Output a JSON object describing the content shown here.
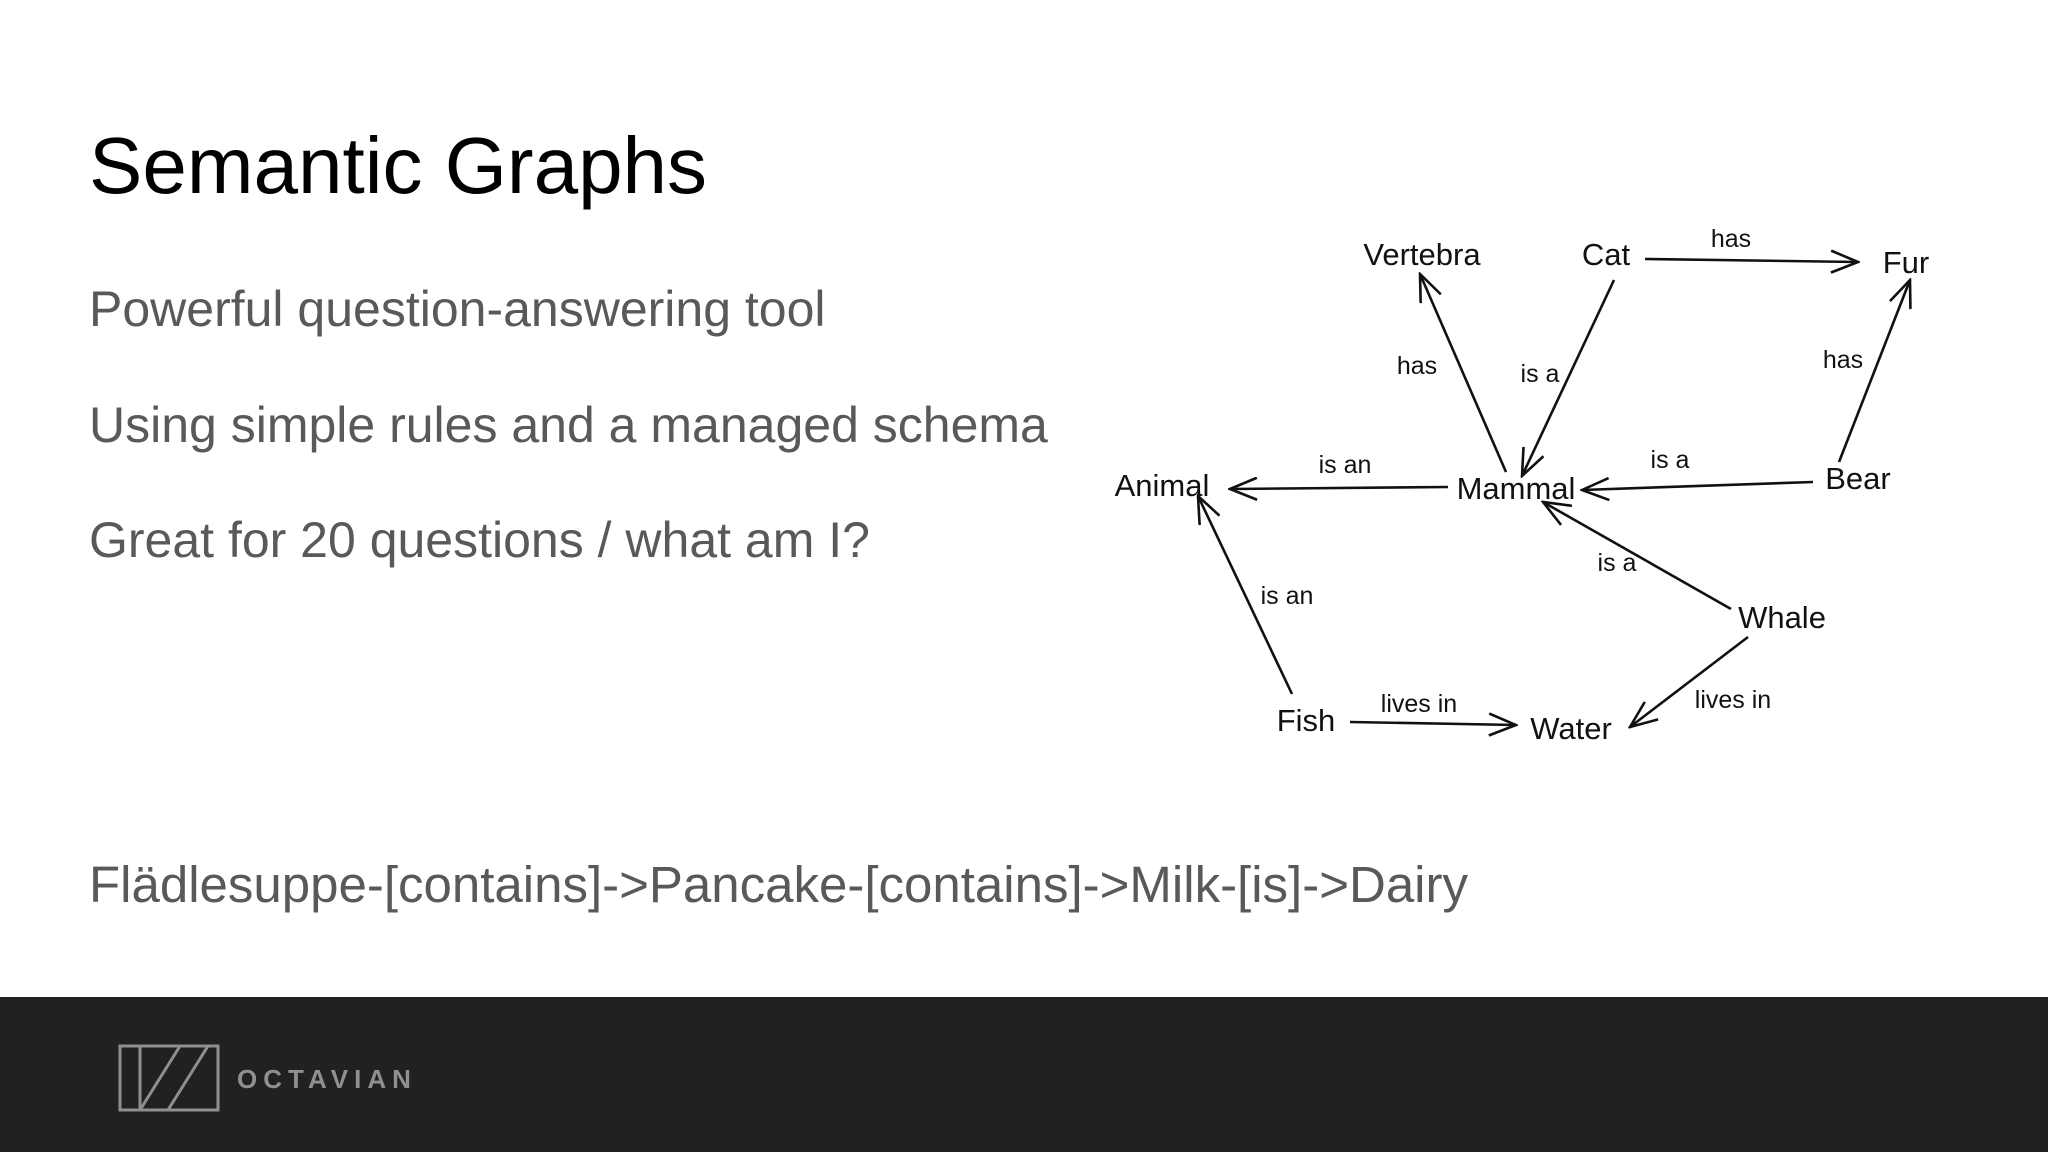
{
  "slide": {
    "title": "Semantic Graphs",
    "bullets": [
      "Powerful question-answering tool",
      "Using simple rules and a managed schema",
      "Great for 20 questions / what am I?"
    ],
    "example_chain": "Flädlesuppe-[contains]->Pancake-[contains]->Milk-[is]->Dairy"
  },
  "graph": {
    "nodes": {
      "vertebra": "Vertebra",
      "cat": "Cat",
      "fur": "Fur",
      "animal": "Animal",
      "mammal": "Mammal",
      "bear": "Bear",
      "whale": "Whale",
      "fish": "Fish",
      "water": "Water"
    },
    "edges": [
      {
        "from": "Cat",
        "to": "Fur",
        "label": "has"
      },
      {
        "from": "Mammal",
        "to": "Vertebra",
        "label": "has"
      },
      {
        "from": "Cat",
        "to": "Mammal",
        "label": "is a"
      },
      {
        "from": "Bear",
        "to": "Fur",
        "label": "has"
      },
      {
        "from": "Mammal",
        "to": "Animal",
        "label": "is an"
      },
      {
        "from": "Bear",
        "to": "Mammal",
        "label": "is a"
      },
      {
        "from": "Whale",
        "to": "Mammal",
        "label": "is a"
      },
      {
        "from": "Fish",
        "to": "Animal",
        "label": "is an"
      },
      {
        "from": "Fish",
        "to": "Water",
        "label": "lives in"
      },
      {
        "from": "Whale",
        "to": "Water",
        "label": "lives in"
      }
    ]
  },
  "footer": {
    "brand": "OCTAVIAN",
    "logo_icon": "octavian-logo-icon",
    "background": "#212124"
  }
}
